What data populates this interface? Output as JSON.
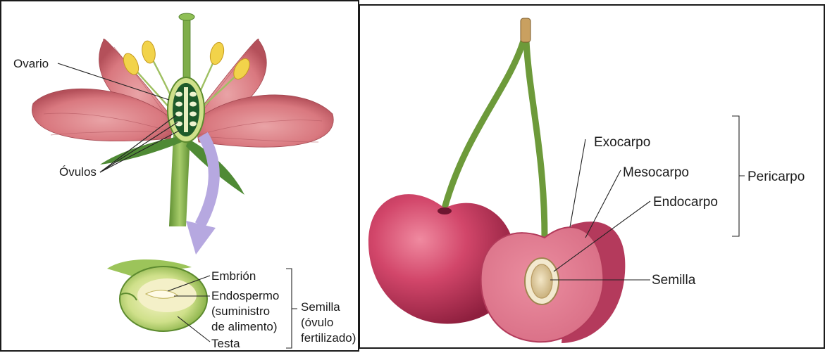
{
  "flower": {
    "labels": {
      "ovario": "Ovario",
      "ovulos": "Óvulos"
    }
  },
  "seed": {
    "labels": {
      "embrion": "Embrión",
      "endospermo_1": "Endospermo",
      "endospermo_2": "(suministro",
      "endospermo_3": "de alimento)",
      "testa": "Testa",
      "semilla_1": "Semilla",
      "semilla_2": "(óvulo",
      "semilla_3": "fertilizado)"
    }
  },
  "cherry": {
    "labels": {
      "exocarpo": "Exocarpo",
      "mesocarpo": "Mesocarpo",
      "endocarpo": "Endocarpo",
      "pericarpo": "Pericarpo",
      "semilla": "Semilla"
    }
  },
  "colors": {
    "petal": "#d9787f",
    "petal_dark": "#b4505a",
    "anther": "#f2d34a",
    "stem": "#7fae4a",
    "ovary": "#1e5a2a",
    "arrow": "#b6a8e0",
    "cherry": "#c83a5c",
    "cherry_cut": "#e0758a"
  }
}
